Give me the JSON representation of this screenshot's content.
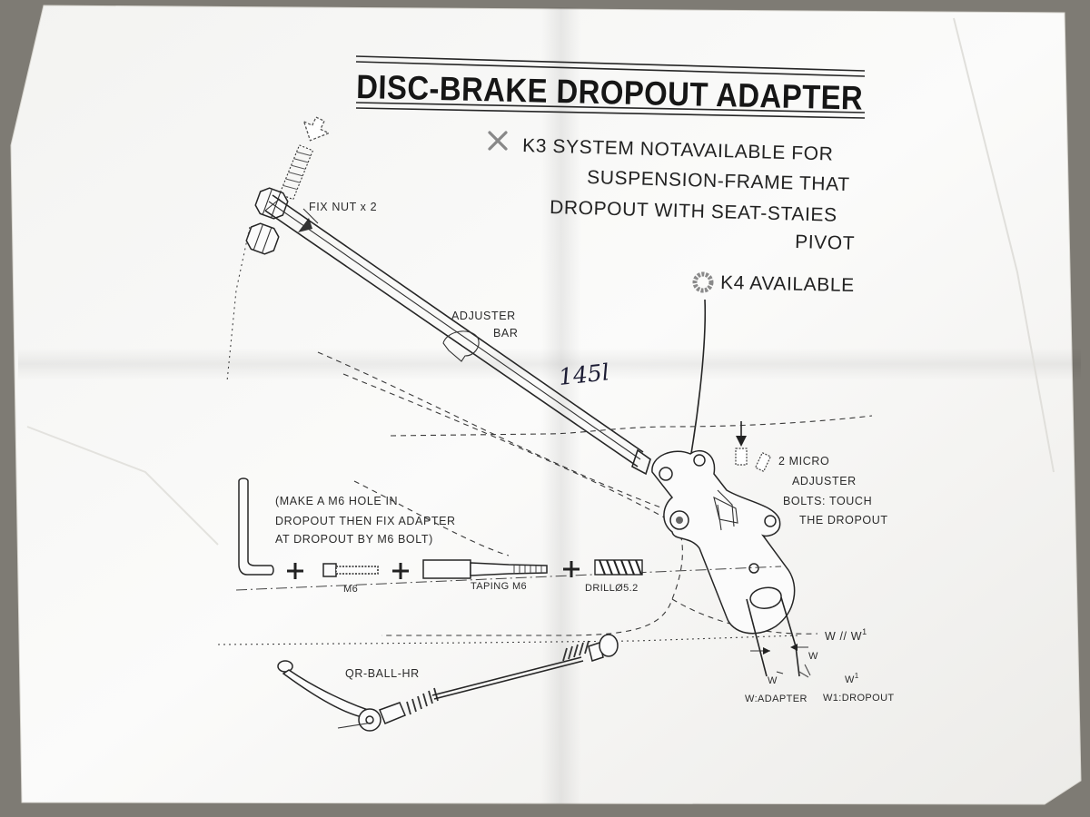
{
  "title": "DISC-BRAKE DROPOUT ADAPTER",
  "k3_note": {
    "lines": [
      "K3 SYSTEM NOTAVAILABLE FOR",
      "SUSPENSION-FRAME THAT",
      "DROPOUT WITH SEAT-STAIES",
      "PIVOT"
    ],
    "icon": "cross-icon"
  },
  "k4_note": {
    "label": "K4 AVAILABLE",
    "icon": "ring-icon"
  },
  "labels": {
    "fix_nut": "FIX NUT x 2",
    "adjuster_bar_1": "ADJUSTER",
    "adjuster_bar_2": "BAR",
    "handwritten": "145l",
    "m6_note_1": "(MAKE A M6 HOLE IN",
    "m6_note_2": "DROPOUT THEN FIX ADAPTER",
    "m6_note_3": "AT DROPOUT BY M6 BOLT)",
    "m6": "M6",
    "taping": "TAPING M6",
    "drill": "DRILLØ5.2",
    "micro_1": "2 MICRO",
    "micro_2": "ADJUSTER",
    "micro_3": "BOLTS: TOUCH",
    "micro_4": "THE DROPOUT",
    "qr": "QR-BALL-HR",
    "w_parallel": "W // W",
    "w_parallel_sup": "1",
    "w_small": "W",
    "w_adapter_top": "W",
    "w_adapter": "W:ADAPTER",
    "w1_top": "W",
    "w1_top_sup": "1",
    "w1_dropout": "W1:DROPOUT"
  },
  "colors": {
    "paper": "#f6f6f4",
    "ink": "#1e1e1e",
    "background": "#7e7b74"
  }
}
